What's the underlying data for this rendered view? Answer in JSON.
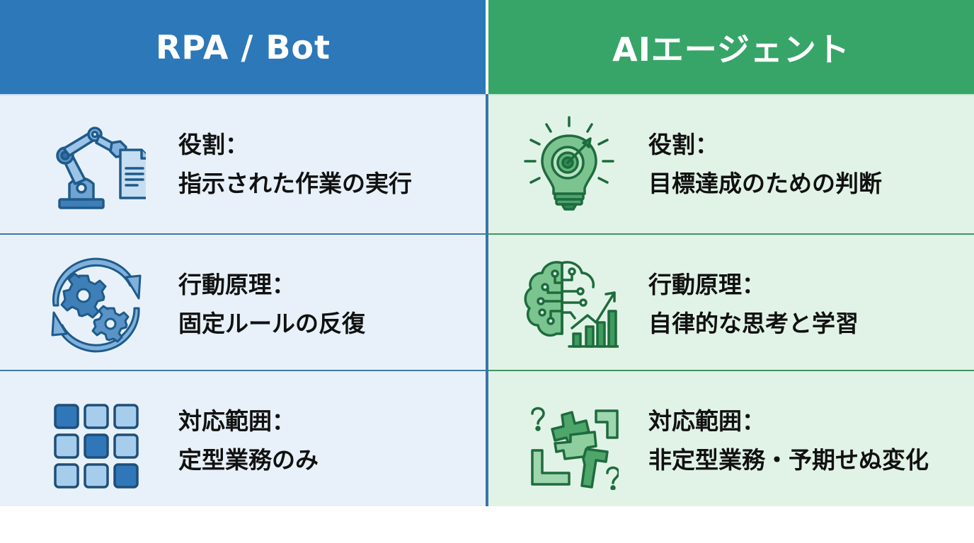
{
  "columns": [
    {
      "header": "RPA / Bot",
      "header_color": "#2c78b8",
      "body_color": "#e8f1f9",
      "rows": [
        {
          "icon": "robot-arm-document-icon",
          "label": "役割：",
          "value": "指示された作業の実行"
        },
        {
          "icon": "gears-cycle-icon",
          "label": "行動原理：",
          "value": "固定ルールの反復"
        },
        {
          "icon": "grid-squares-icon",
          "label": "対応範囲：",
          "value": "定型業務のみ"
        }
      ]
    },
    {
      "header": "AIエージェント",
      "header_color": "#37a568",
      "body_color": "#e1f3e6",
      "rows": [
        {
          "icon": "lightbulb-target-icon",
          "label": "役割：",
          "value": "目標達成のための判断"
        },
        {
          "icon": "brain-growth-chart-icon",
          "label": "行動原理：",
          "value": "自律的な思考と学習"
        },
        {
          "icon": "puzzle-pieces-question-icon",
          "label": "対応範囲：",
          "value": "非定型業務・予期せぬ変化"
        }
      ]
    }
  ]
}
